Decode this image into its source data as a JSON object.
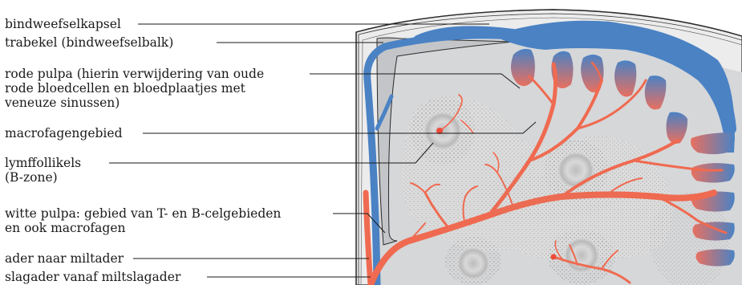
{
  "labels": {
    "capsule": "bindweefselkapsel",
    "trabecula": "trabekel (bindweefselbalk)",
    "red_pulp": "rode pulpa (hierin verwijdering van oude\nrode bloedcellen en bloedplaatjes met\nveneuze sinussen)",
    "macrophage_area": "macrofagengebied",
    "follicles": "lymffollikels\n(B-zone)",
    "white_pulp": "witte pulpa: gebied van T- en B-celgebieden\nen ook macrofagen",
    "vein": "ader naar miltader",
    "artery": "slagader vanaf miltslagader"
  },
  "colors": {
    "vein": "#4a82c4",
    "artery": "#ef6a50",
    "pulp_gray": "#d7d8da",
    "capsule_gray": "#c9cacc",
    "stipple": "#9a9a9a",
    "leader": "#1a1a1a"
  }
}
